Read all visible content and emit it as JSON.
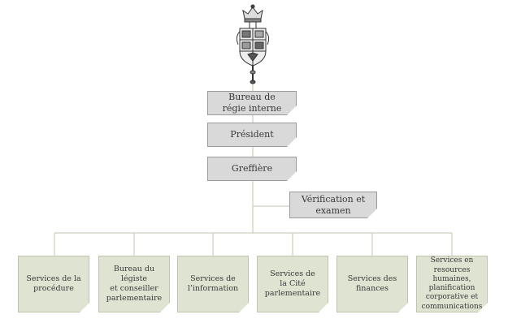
{
  "colors": {
    "top_fill": "#d9d9d9",
    "top_border": "#9a9a9a",
    "bottom_fill": "#dfe3d2",
    "bottom_border": "#bfc4ad",
    "line": "#c2c6b0"
  },
  "emblem": {
    "icon": "house-of-commons-coat-of-arms-icon"
  },
  "hierarchy": [
    {
      "label": "Bureau de\nrégie interne"
    },
    {
      "label": "Président"
    },
    {
      "label": "Greffière"
    }
  ],
  "side": {
    "label": "Vérification et\nexamen"
  },
  "services": [
    {
      "label": "Services de la\nprocédure"
    },
    {
      "label": "Bureau du légiste\net conseiller\nparlementaire"
    },
    {
      "label": "Services de\nl’information"
    },
    {
      "label": "Services de\nla Cité\nparlementaire"
    },
    {
      "label": "Services des\nfinances"
    },
    {
      "label": "Services en\nresources humaines,\nplanification\ncorporative et\ncommunications"
    }
  ]
}
